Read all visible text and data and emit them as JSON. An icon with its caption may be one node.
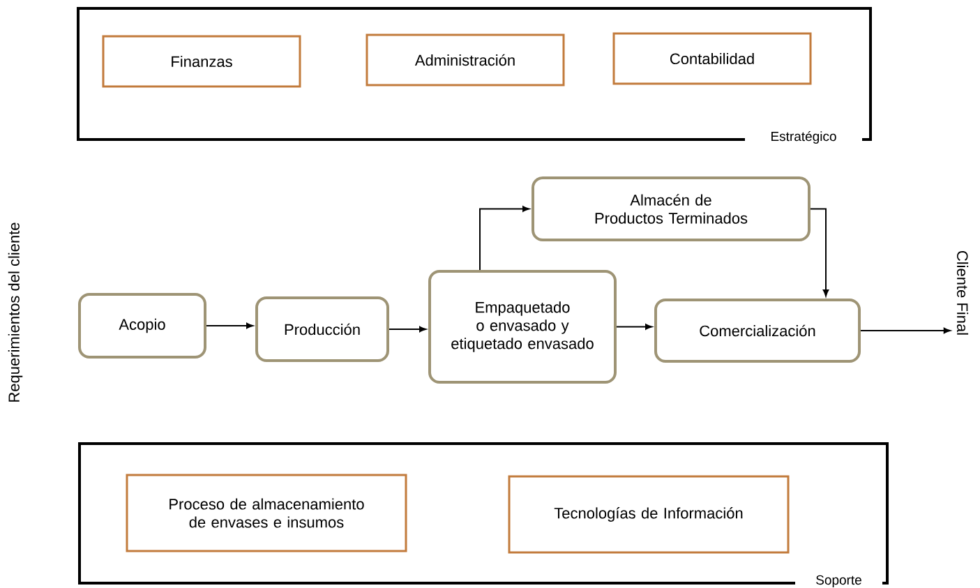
{
  "diagram": {
    "nodes": [
      {
        "text": [
          "Estratégico"
        ]
      },
      {
        "text": [
          "Finanzas"
        ],
        "in": 0
      },
      {
        "text": [
          "Administración"
        ],
        "in": 0
      },
      {
        "text": [
          "Contabilidad"
        ],
        "in": 0
      },
      {
        "text": [
          "Almacén de Productos Terminados"
        ]
      },
      {
        "text": [
          "Acopio"
        ]
      },
      {
        "text": [
          "Producción"
        ]
      },
      {
        "text": [
          "Empaquetado o envasado y etiquetado envasado"
        ]
      },
      {
        "text": [
          "Comercialización"
        ]
      },
      {
        "text": [
          "Soporte"
        ]
      },
      {
        "text": [
          "Proceso de almacenamiento de envases e insumos"
        ],
        "in": 9
      },
      {
        "text": [
          "Tecnologías de Información"
        ],
        "in": 9
      },
      {
        "text": [
          "Cliente Final"
        ]
      }
    ],
    "edges": [
      {
        "from": 5,
        "to": 6,
        "arrow": "to"
      },
      {
        "from": 6,
        "to": 7,
        "arrow": "to"
      },
      {
        "from": 7,
        "to": 8,
        "arrow": "to"
      },
      {
        "from": 7,
        "to": 4,
        "arrow": "to"
      },
      {
        "from": 4,
        "to": 8,
        "arrow": "to"
      },
      {
        "from": 8,
        "to": 12,
        "arrow": "to"
      }
    ],
    "labels": [
      "Requerimientos del cliente"
    ]
  }
}
